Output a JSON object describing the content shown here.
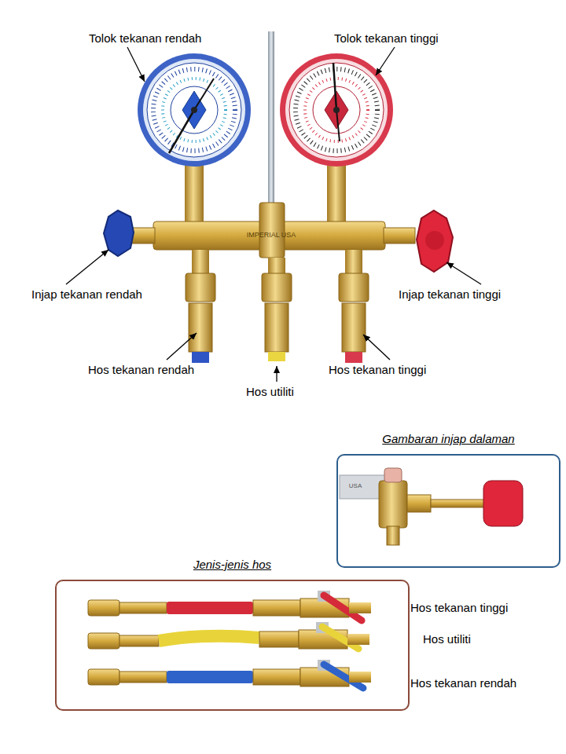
{
  "diagram": {
    "nodes": [
      {
        "text": [
          "Gambaran injap dalaman"
        ]
      },
      {
        "text": [
          "Jenis-jenis hos"
        ]
      }
    ],
    "labels": [
      "Tolok tekanan rendah",
      "Tolok tekanan tinggi",
      "Injap tekanan rendah",
      "Injap tekanan tinggi",
      "Hos tekanan rendah",
      "Hos utiliti",
      "Hos tekanan tinggi",
      "Hos tekanan tinggi",
      "Hos utiliti",
      "Hos tekanan rendah",
      "IMPERIAL USA",
      "USA"
    ]
  }
}
